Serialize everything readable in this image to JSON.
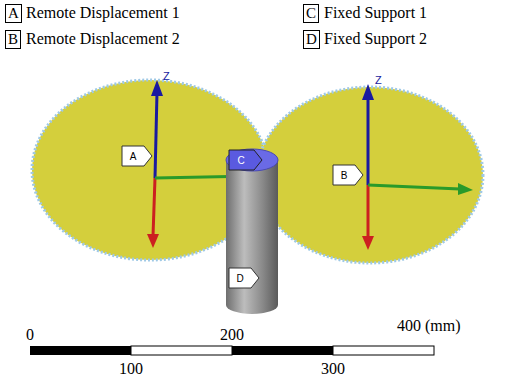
{
  "diagram": {
    "labels": [
      "A",
      "Remote Displacement 1",
      "B",
      "Remote Displacement 2",
      "C",
      "Fixed Support 1",
      "D",
      "Fixed Support 2",
      "Z",
      "Z",
      "A",
      "C",
      "B",
      "D",
      "0",
      "200",
      "400 (mm)",
      "100",
      "300"
    ]
  }
}
